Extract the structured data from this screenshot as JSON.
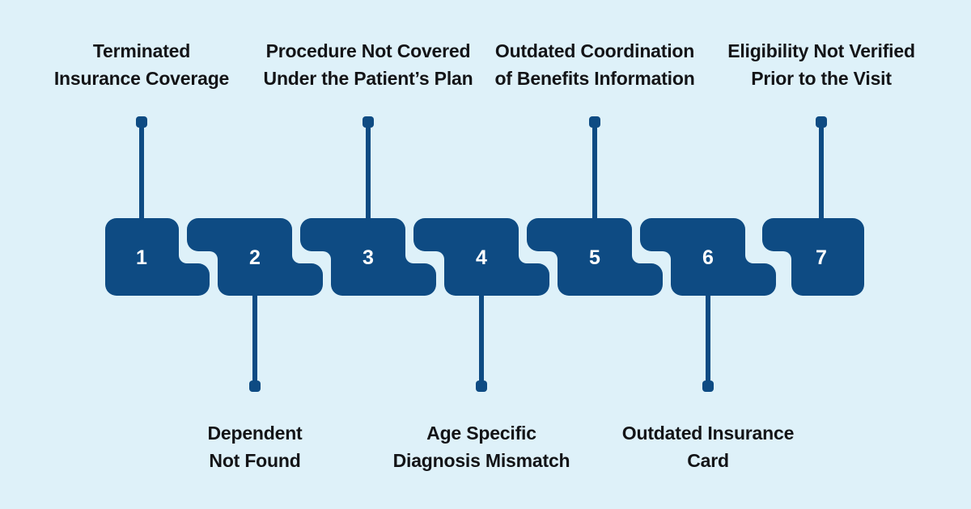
{
  "colors": {
    "background": "#def1f9",
    "block": "#0e4b83",
    "text": "#131417",
    "number_text": "#ffffff"
  },
  "steps": [
    {
      "number": "1",
      "side": "top",
      "label_lines": [
        "Terminated",
        "Insurance Coverage"
      ]
    },
    {
      "number": "2",
      "side": "bottom",
      "label_lines": [
        "Dependent",
        "Not Found"
      ]
    },
    {
      "number": "3",
      "side": "top",
      "label_lines": [
        "Procedure Not Covered",
        "Under the Patient’s Plan"
      ]
    },
    {
      "number": "4",
      "side": "bottom",
      "label_lines": [
        "Age Specific",
        "Diagnosis Mismatch"
      ]
    },
    {
      "number": "5",
      "side": "top",
      "label_lines": [
        "Outdated Coordination",
        "of Benefits Information"
      ]
    },
    {
      "number": "6",
      "side": "bottom",
      "label_lines": [
        "Outdated Insurance",
        "Card"
      ]
    },
    {
      "number": "7",
      "side": "top",
      "label_lines": [
        "Eligibility Not Verified",
        "Prior to the Visit"
      ]
    }
  ]
}
